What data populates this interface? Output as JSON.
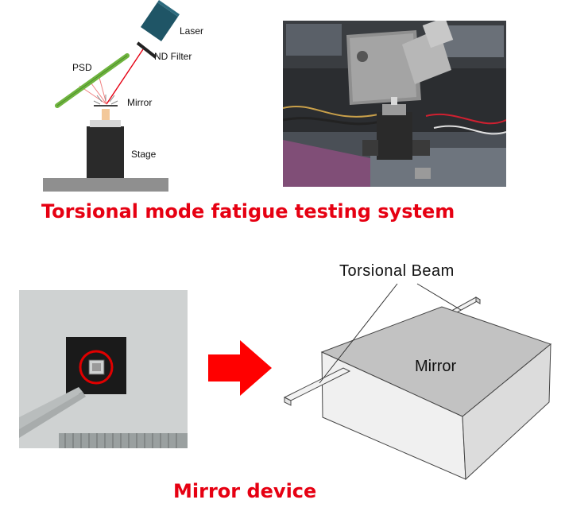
{
  "schematic": {
    "laser": "Laser",
    "nd_filter": "ND Filter",
    "psd": "PSD",
    "mirror": "Mirror",
    "stage": "Stage"
  },
  "titles": {
    "system": "Torsional mode fatigue testing system",
    "device": "Mirror device"
  },
  "model": {
    "beam_label": "Torsional Beam",
    "mirror_label": "Mirror"
  },
  "colors": {
    "title_red": "#e60012",
    "psd_green": "#6fb43f",
    "laser_teal": "#1f5566",
    "arrow_red": "#ff0000"
  }
}
